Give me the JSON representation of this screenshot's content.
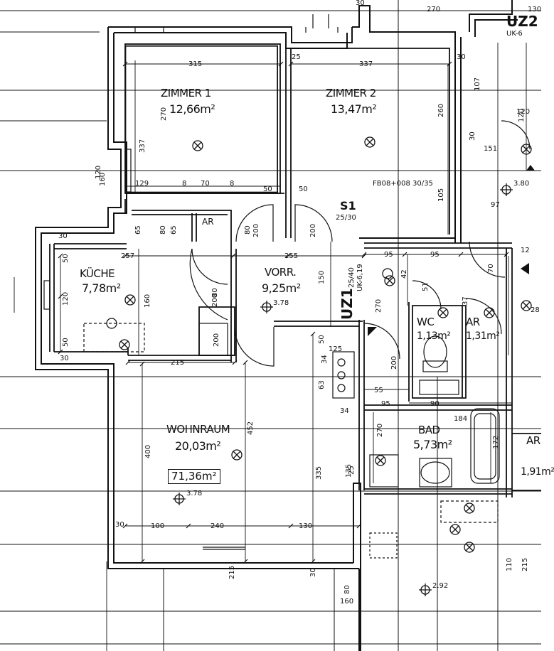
{
  "rooms": {
    "zimmer1": {
      "name": "ZIMMER 1",
      "area": "12,66m²"
    },
    "zimmer2": {
      "name": "ZIMMER 2",
      "area": "13,47m²"
    },
    "kueche": {
      "name": "KÜCHE",
      "area": "7,78m²"
    },
    "vorr": {
      "name": "VORR.",
      "area": "9,25m²"
    },
    "ar_small": {
      "name": "AR"
    },
    "wc": {
      "name": "WC",
      "area": "1,13m²"
    },
    "ar": {
      "name": "AR",
      "area": "1,31m²"
    },
    "bad": {
      "name": "BAD",
      "area": "5,73m²"
    },
    "wohnraum": {
      "name": "WOHNRAUM",
      "area": "20,03m²"
    },
    "ar_right": {
      "name": "AR",
      "area": "1,91m²"
    }
  },
  "total_area": "71,36m²",
  "unit_labels": {
    "uz2": "UZ2",
    "uz2_sub": "UK-6",
    "uz1": "UZ1",
    "uz1_sub": "25/40",
    "uz1_sub2": "UK-6,19"
  },
  "shaft": {
    "label": "S1",
    "size": "25/30"
  },
  "window_note": "FB08+008 30/35",
  "levels": [
    "3.80",
    "3.78",
    "3.78",
    "2.92"
  ],
  "dimensions": {
    "h": [
      "315",
      "25",
      "337",
      "270",
      "130",
      "129",
      "8",
      "70",
      "8",
      "50",
      "50",
      "257",
      "255",
      "95",
      "95",
      "215",
      "100",
      "240",
      "130",
      "55",
      "95",
      "34",
      "125",
      "90",
      "184",
      "12",
      "97",
      "151",
      "120",
      "30",
      "30",
      "30",
      "30",
      "30",
      "28"
    ],
    "v": [
      "337",
      "270",
      "260",
      "107",
      "30",
      "120",
      "160",
      "65",
      "65",
      "80",
      "80",
      "200",
      "50",
      "120",
      "50",
      "80",
      "200",
      "150",
      "160",
      "270",
      "200",
      "63",
      "50",
      "34",
      "400",
      "452",
      "335",
      "270",
      "215",
      "135",
      "172",
      "80",
      "160",
      "30",
      "110",
      "215",
      "42",
      "200",
      "200",
      "120",
      "25",
      "105",
      "70",
      "37",
      "51"
    ]
  }
}
